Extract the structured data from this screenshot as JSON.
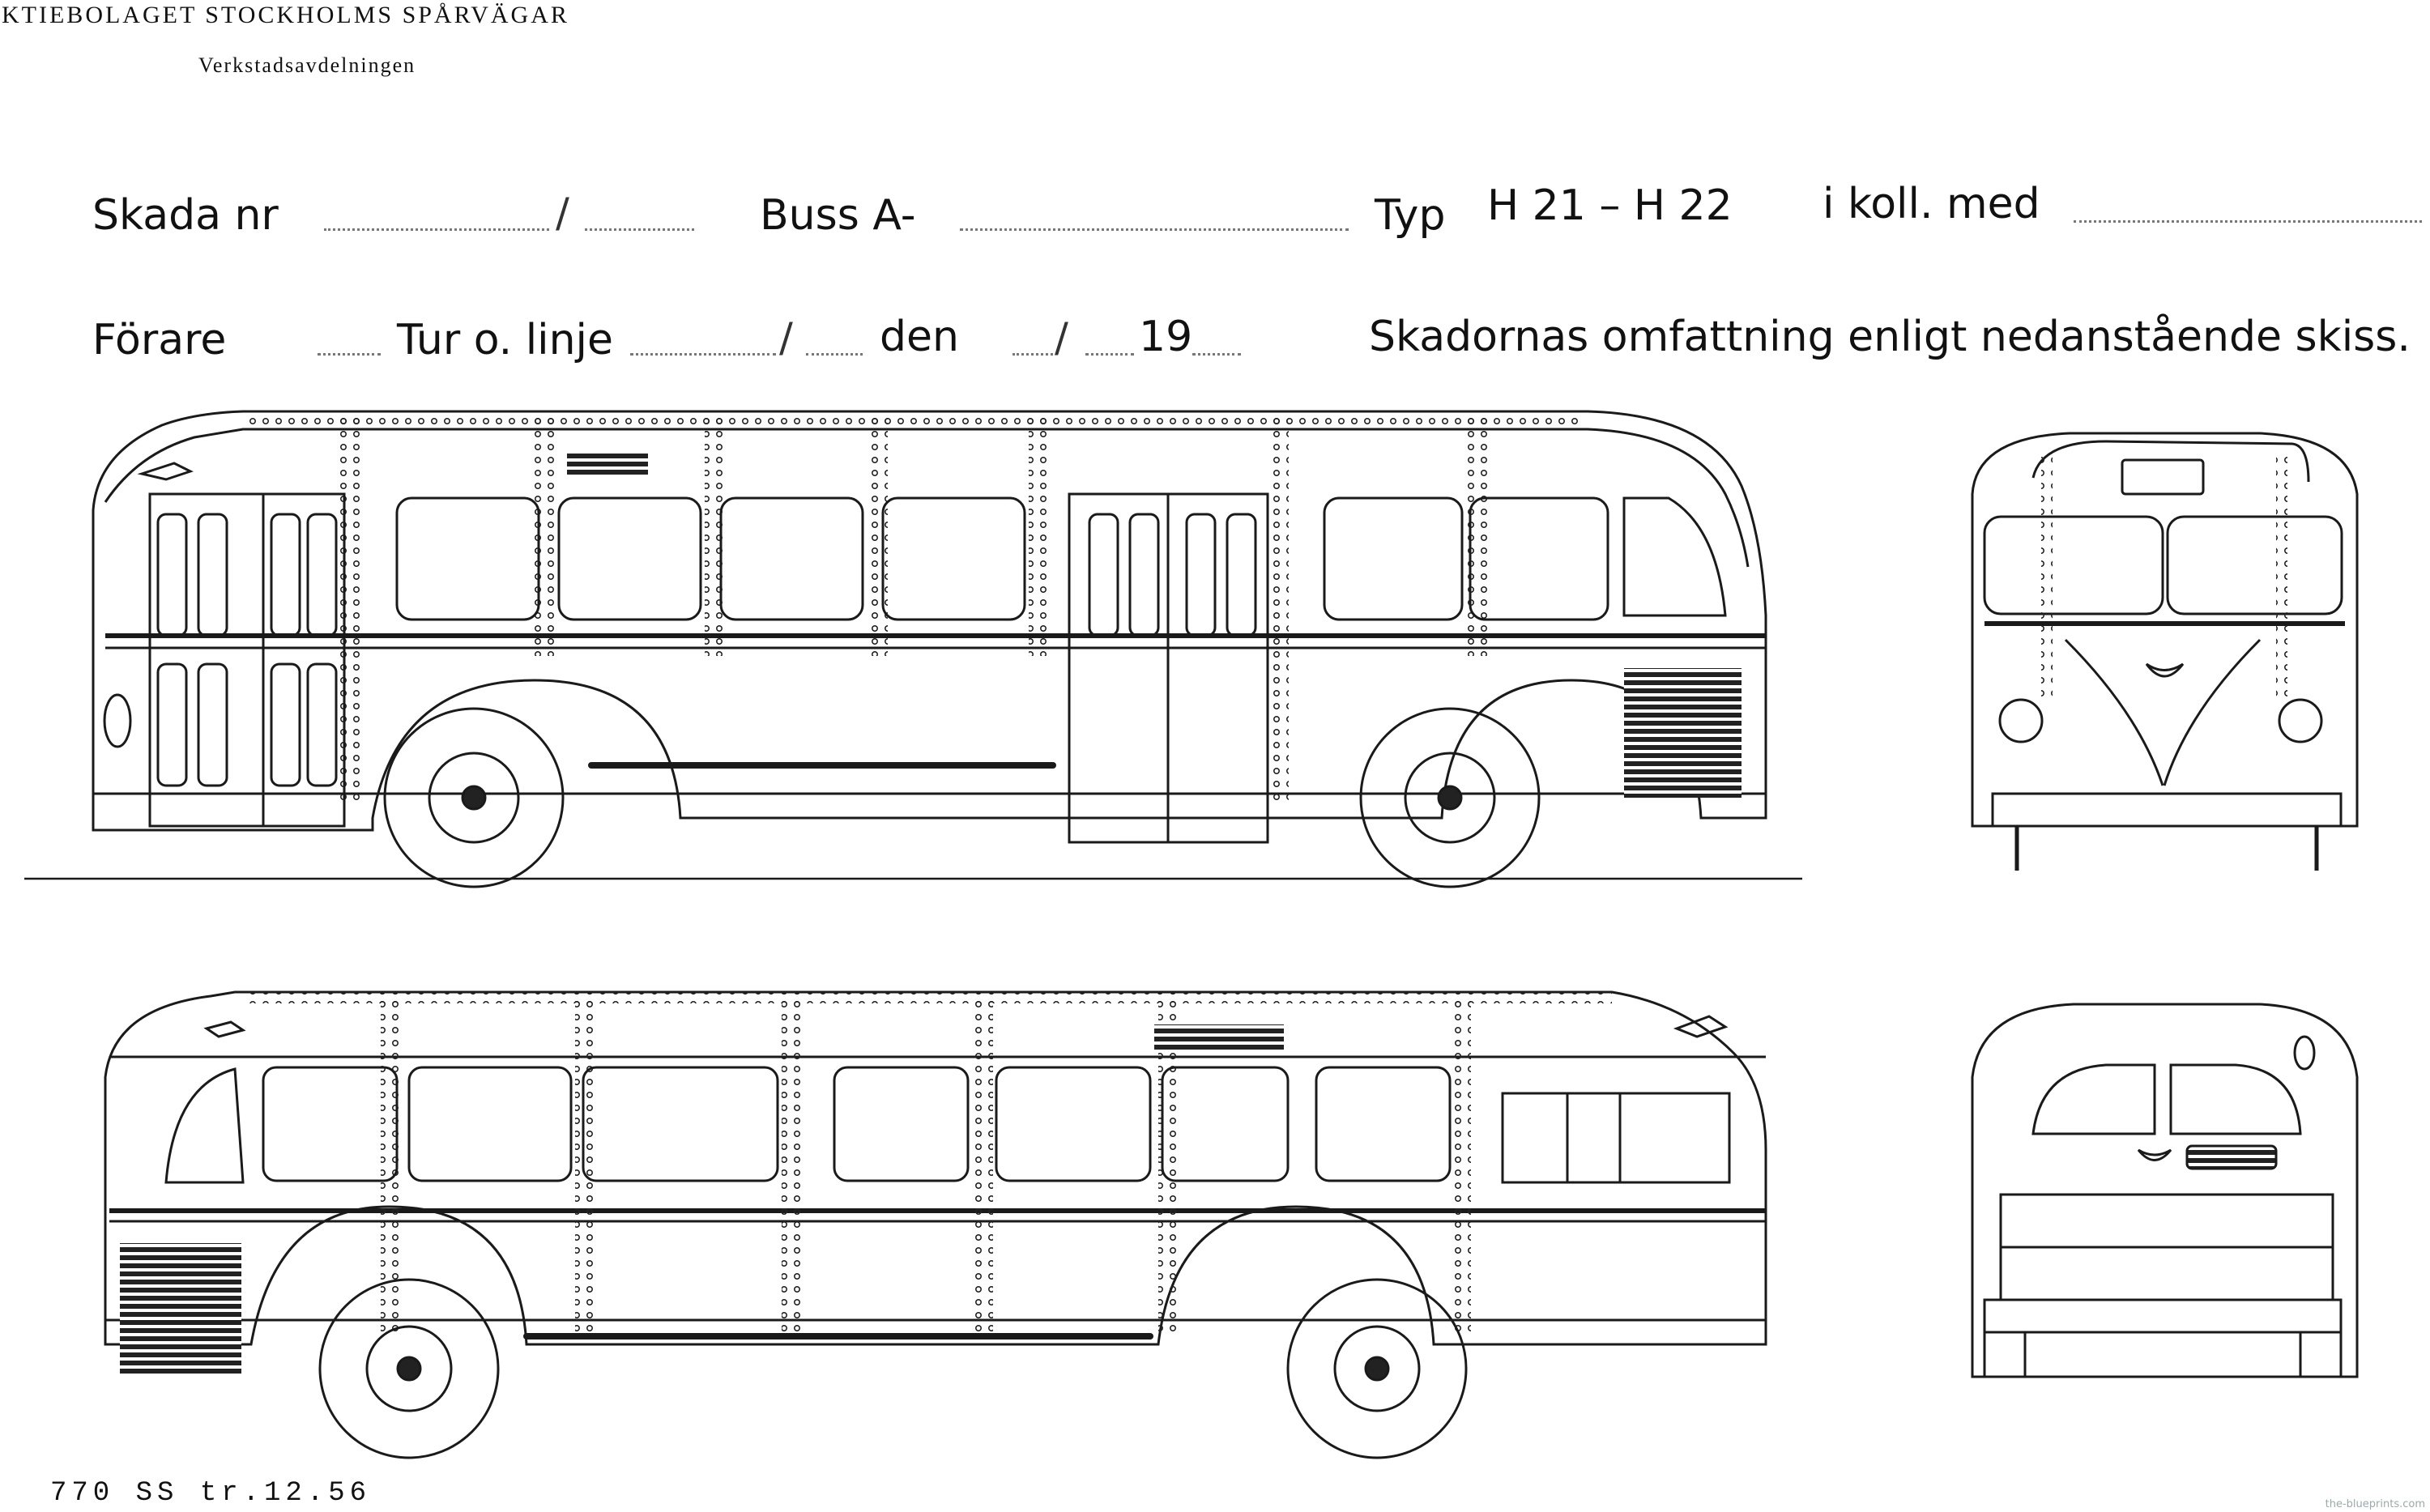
{
  "header": {
    "company": "KTIEBOLAGET STOCKHOLMS SPÅRVÄGAR",
    "department": "Verkstadsavdelningen"
  },
  "form": {
    "skada_label": "Skada nr",
    "buss_label": "Buss A-",
    "typ_label": "Typ",
    "typ_value": "H 21 – H 22",
    "koll_label": "i koll. med",
    "forare_label": "Förare",
    "tur_label": "Tur o. linje",
    "den_label": "den",
    "year_label": "19",
    "skiss_text": "Skadornas omfattning enligt nedanstående skiss.",
    "slash": "/"
  },
  "footer": {
    "code": "770 SS tr.12.56"
  },
  "watermark": "the-blueprints.com"
}
